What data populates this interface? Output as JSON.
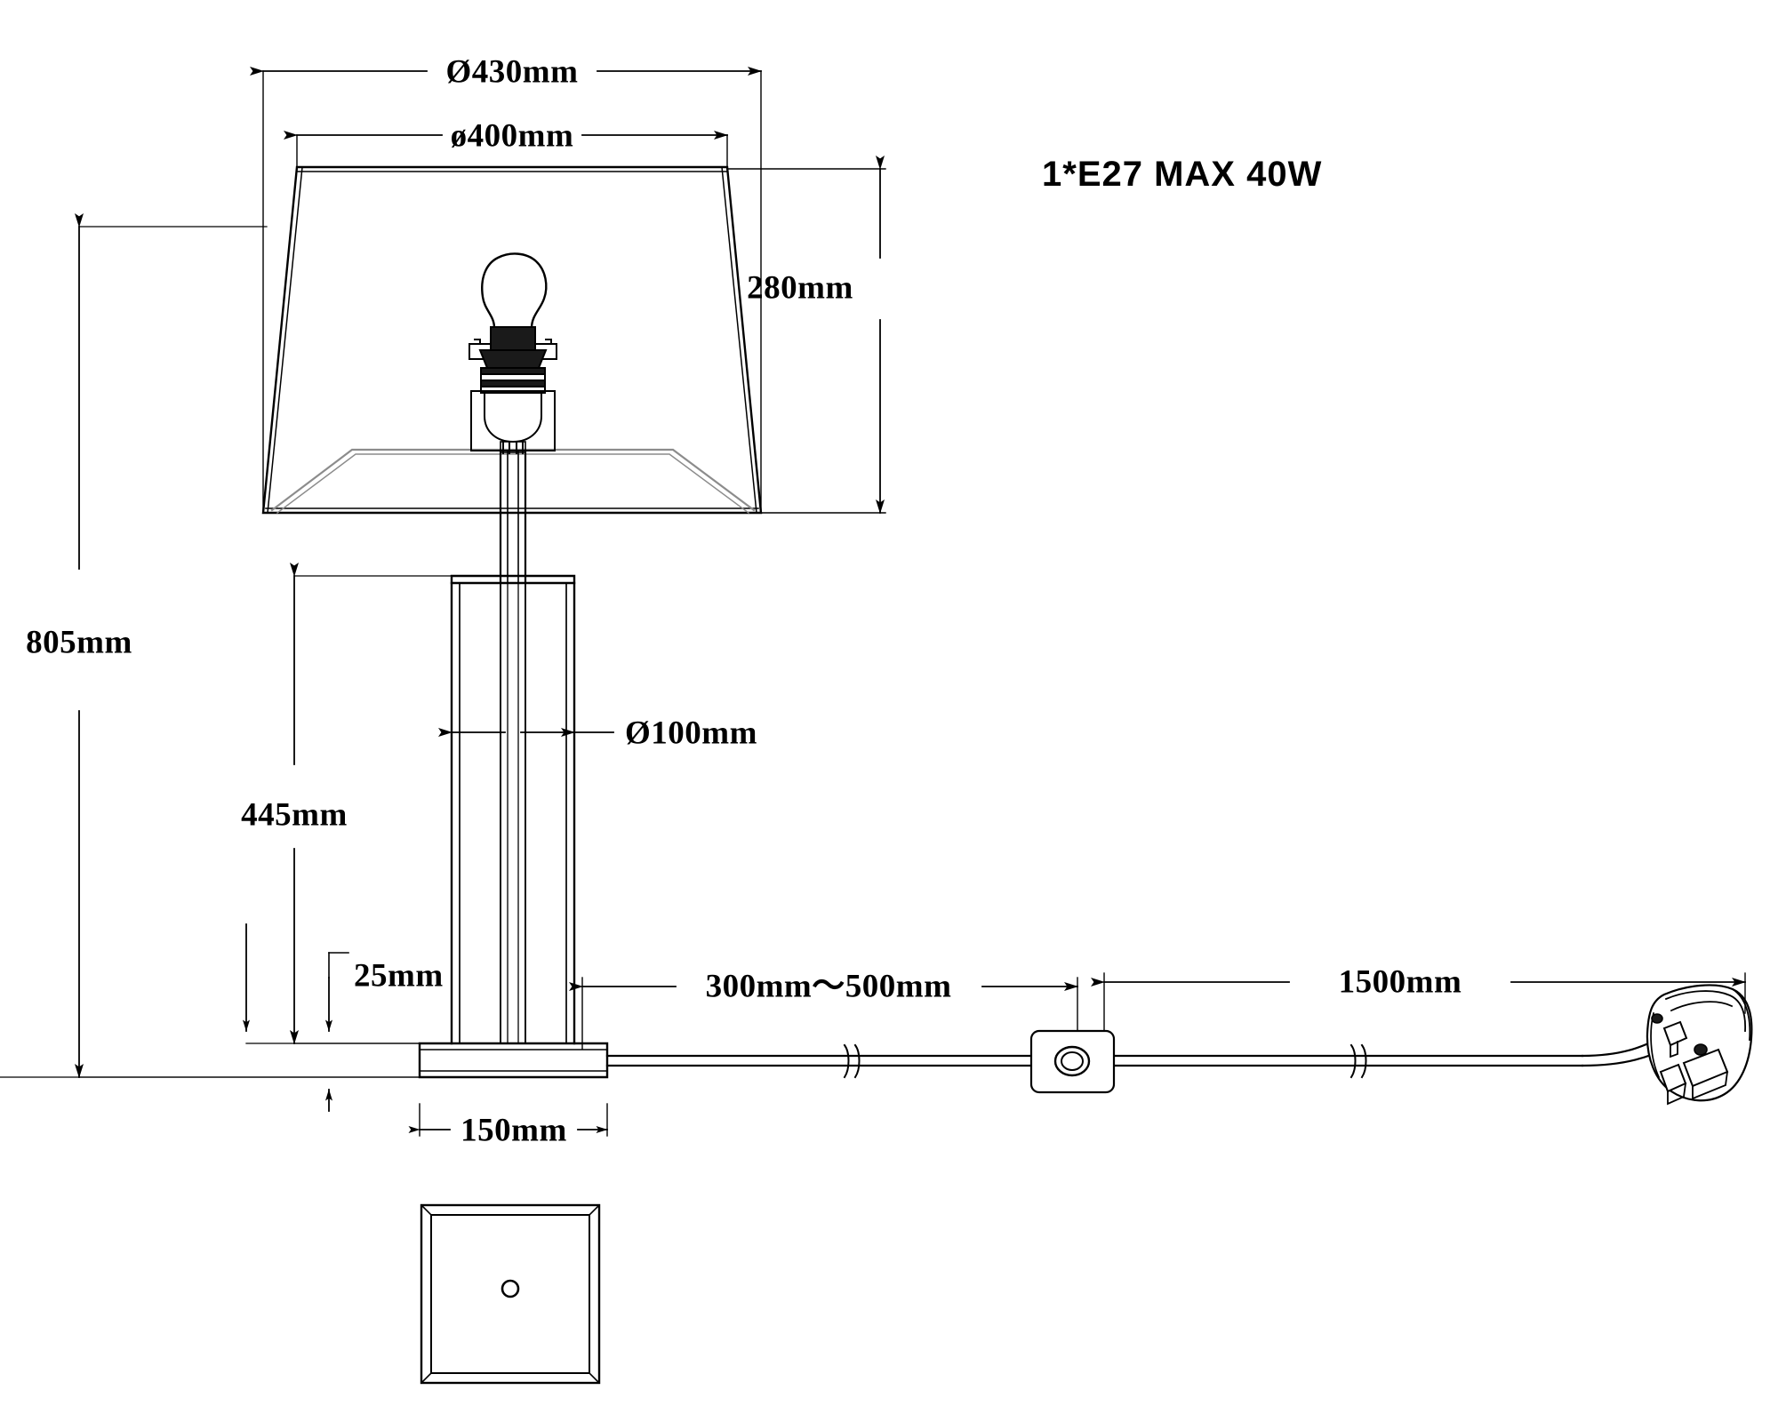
{
  "drawing": {
    "title": "Table lamp dimensioned technical drawing",
    "units": "mm",
    "line_color": "#000000",
    "interior_line_color": "#8c8c8c",
    "background": "#ffffff"
  },
  "spec": {
    "lamp_holder": "1*E27 MAX 40W"
  },
  "dimensions": {
    "shade_bottom_diameter": "Ø430mm",
    "shade_top_diameter": "ø400mm",
    "shade_height": "280mm",
    "total_height": "805mm",
    "column_diameter": "Ø100mm",
    "column_height": "445mm",
    "base_thickness": "25mm",
    "base_width": "150mm",
    "cord_base_to_switch": "300mm～500mm",
    "cord_switch_to_plug": "1500mm"
  },
  "views": {
    "front_elevation": "front elevation of table lamp with shade, column, base, cord, switch and plug",
    "bottom_plan": "square base plan view with central cable hole"
  },
  "parts": [
    {
      "name": "lamp-shade",
      "shape": "tapered drum / trapezoid"
    },
    {
      "name": "light-bulb",
      "shape": "A-shape incandescent bulb"
    },
    {
      "name": "lamp-socket",
      "shape": "E27 socket assembly"
    },
    {
      "name": "support-rod",
      "shape": "vertical thin rod"
    },
    {
      "name": "column",
      "shape": "rectangular column"
    },
    {
      "name": "base-plate",
      "shape": "flat rectangular plate"
    },
    {
      "name": "power-cord",
      "shape": "twin-line cord with break symbols"
    },
    {
      "name": "inline-switch",
      "shape": "rounded rectangle with rocker button"
    },
    {
      "name": "mains-plug",
      "shape": "UK 3-pin plug, perspective"
    },
    {
      "name": "base-plan",
      "shape": "square with chamfered border and centre hole"
    }
  ]
}
